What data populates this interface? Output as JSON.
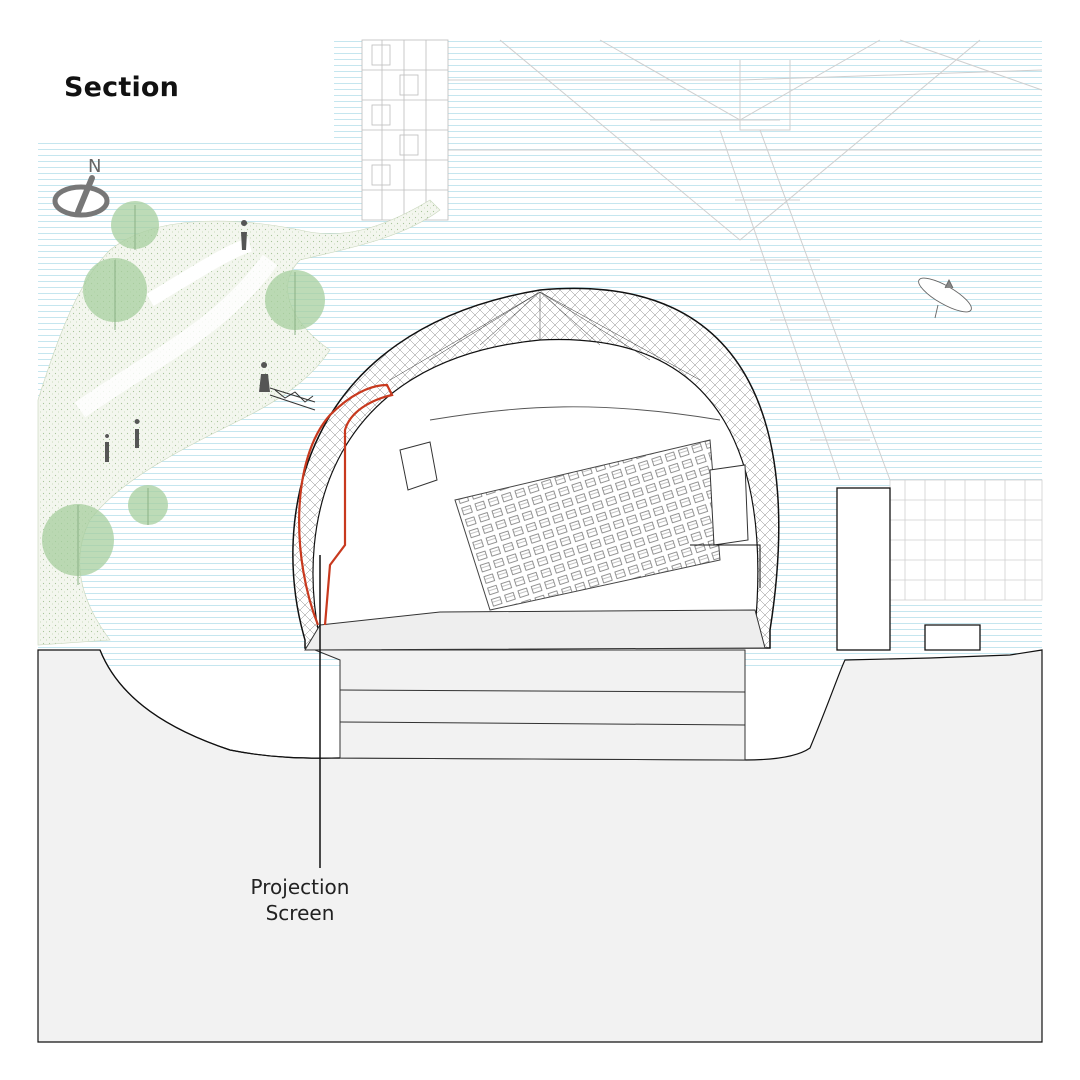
{
  "header": {
    "title": "Section"
  },
  "compass": {
    "label": "N",
    "icon": "north-arrow-icon"
  },
  "annotations": {
    "projection_screen": {
      "line1": "Projection",
      "line2": "Screen"
    }
  },
  "colors": {
    "water_hatch": "#bfe4ee",
    "ground": "#f2f2f2",
    "screen_outline": "#c8391e",
    "vegetation": "#9cc79a",
    "line": "#222222"
  }
}
